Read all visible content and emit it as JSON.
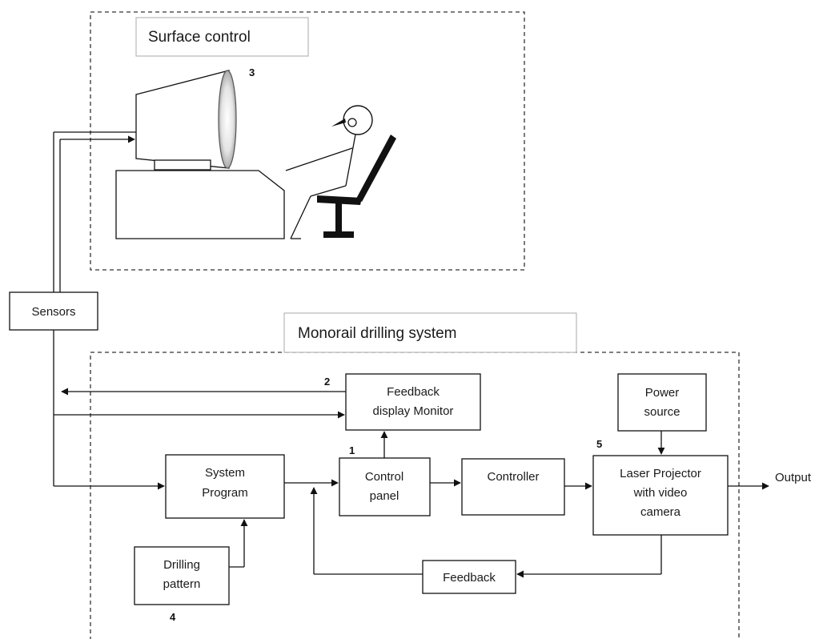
{
  "surface_control": {
    "title": "Surface control",
    "label_num": "3"
  },
  "monorail": {
    "title": "Monorail drilling system"
  },
  "nodes": {
    "sensors": "Sensors",
    "feedback_monitor": [
      "Feedback",
      "display Monitor"
    ],
    "feedback_monitor_num": "2",
    "power_source": [
      "Power",
      "source"
    ],
    "system_program": [
      "System",
      "Program"
    ],
    "control_panel": [
      "Control",
      "panel"
    ],
    "control_panel_num": "1",
    "controller": "Controller",
    "laser_projector": [
      "Laser Projector",
      "with video",
      "camera"
    ],
    "laser_projector_num": "5",
    "drilling_pattern": [
      "Drilling",
      "pattern"
    ],
    "drilling_pattern_num": "4",
    "feedback": "Feedback",
    "output": "Output"
  }
}
